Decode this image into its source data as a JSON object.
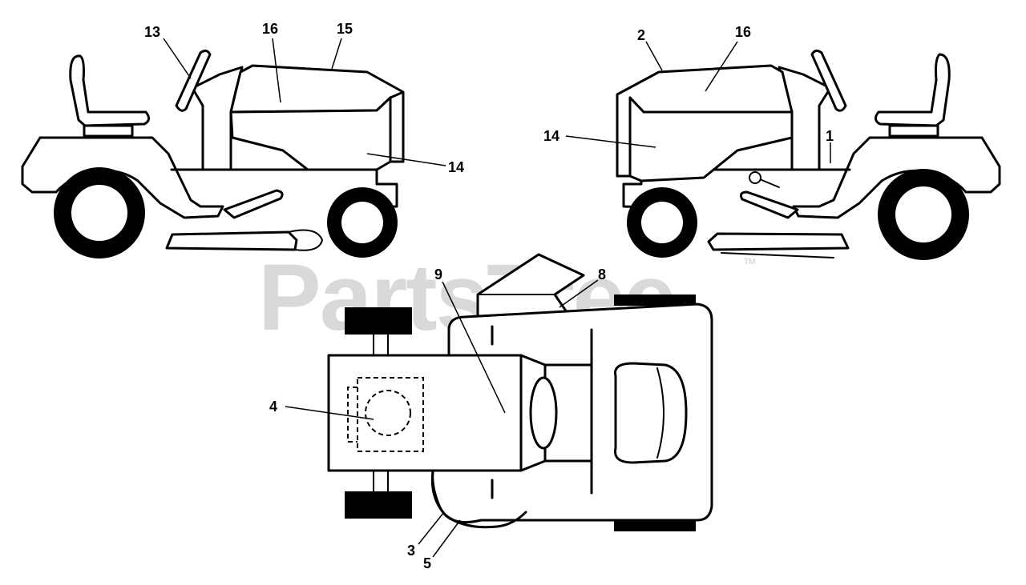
{
  "watermark": {
    "text": "PartsTree",
    "tm": "TM"
  },
  "callouts": {
    "c13": "13",
    "c16a": "16",
    "c15": "15",
    "c14a": "14",
    "c2": "2",
    "c16b": "16",
    "c14b": "14",
    "c1": "1",
    "c9": "9",
    "c8": "8",
    "c4": "4",
    "c3": "3",
    "c5": "5"
  }
}
